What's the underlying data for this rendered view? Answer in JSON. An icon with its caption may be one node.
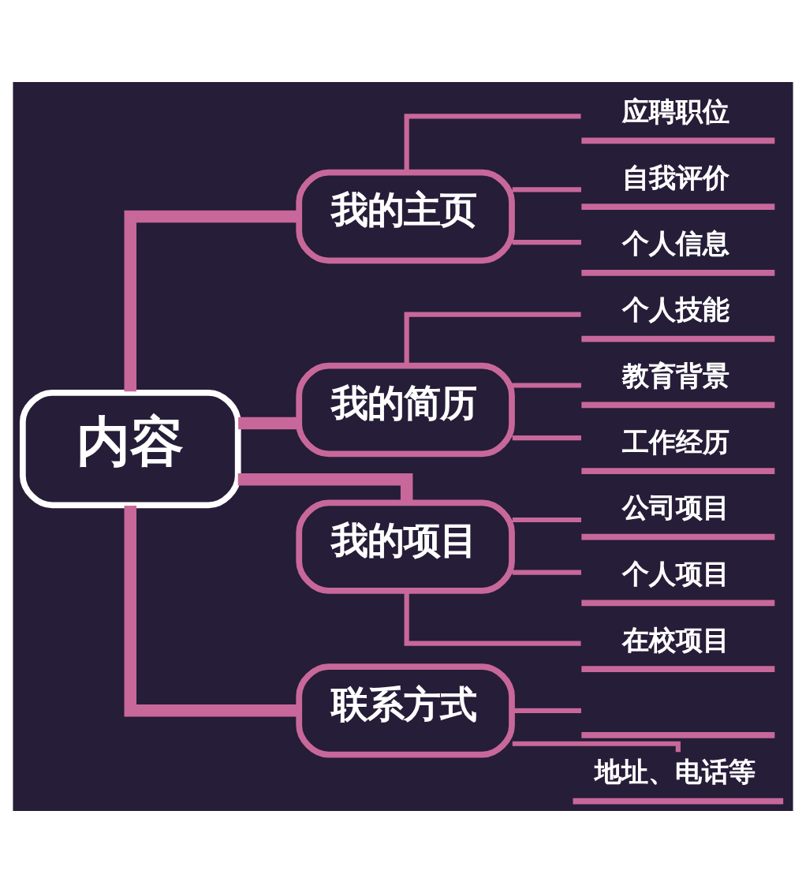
{
  "diagram": {
    "nodes": [
      {
        "text": [
          "内容"
        ]
      },
      {
        "text": [
          "我的主页"
        ]
      },
      {
        "text": [
          "应聘职位"
        ]
      },
      {
        "text": [
          "自我评价"
        ]
      },
      {
        "text": [
          "个人信息"
        ]
      },
      {
        "text": [
          "我的简历"
        ]
      },
      {
        "text": [
          "个人技能"
        ]
      },
      {
        "text": [
          "教育背景"
        ]
      },
      {
        "text": [
          "工作经历"
        ]
      },
      {
        "text": [
          "我的项目"
        ]
      },
      {
        "text": [
          "公司项目"
        ]
      },
      {
        "text": [
          "个人项目"
        ]
      },
      {
        "text": [
          "在校项目"
        ]
      },
      {
        "text": [
          "联系方式"
        ]
      },
      {
        "text": [],
        "shape": "line"
      },
      {
        "text": [
          "地址、电话等"
        ]
      }
    ],
    "edges": [
      {
        "from": 0,
        "to": 1,
        "arrow": "none",
        "style": "thick"
      },
      {
        "from": 1,
        "to": 2,
        "arrow": "none"
      },
      {
        "from": 1,
        "to": 3,
        "arrow": "none"
      },
      {
        "from": 1,
        "to": 4,
        "arrow": "none"
      },
      {
        "from": 0,
        "to": 5,
        "arrow": "none",
        "style": "thick"
      },
      {
        "from": 5,
        "to": 6,
        "arrow": "none"
      },
      {
        "from": 5,
        "to": 7,
        "arrow": "none"
      },
      {
        "from": 5,
        "to": 8,
        "arrow": "none"
      },
      {
        "from": 0,
        "to": 9,
        "arrow": "none",
        "style": "thick"
      },
      {
        "from": 9,
        "to": 10,
        "arrow": "none"
      },
      {
        "from": 9,
        "to": 11,
        "arrow": "none"
      },
      {
        "from": 9,
        "to": 12,
        "arrow": "none"
      },
      {
        "from": 0,
        "to": 13,
        "arrow": "none",
        "style": "thick"
      },
      {
        "from": 13,
        "to": 14,
        "arrow": "none"
      },
      {
        "from": 13,
        "to": 15,
        "arrow": "none"
      }
    ]
  }
}
